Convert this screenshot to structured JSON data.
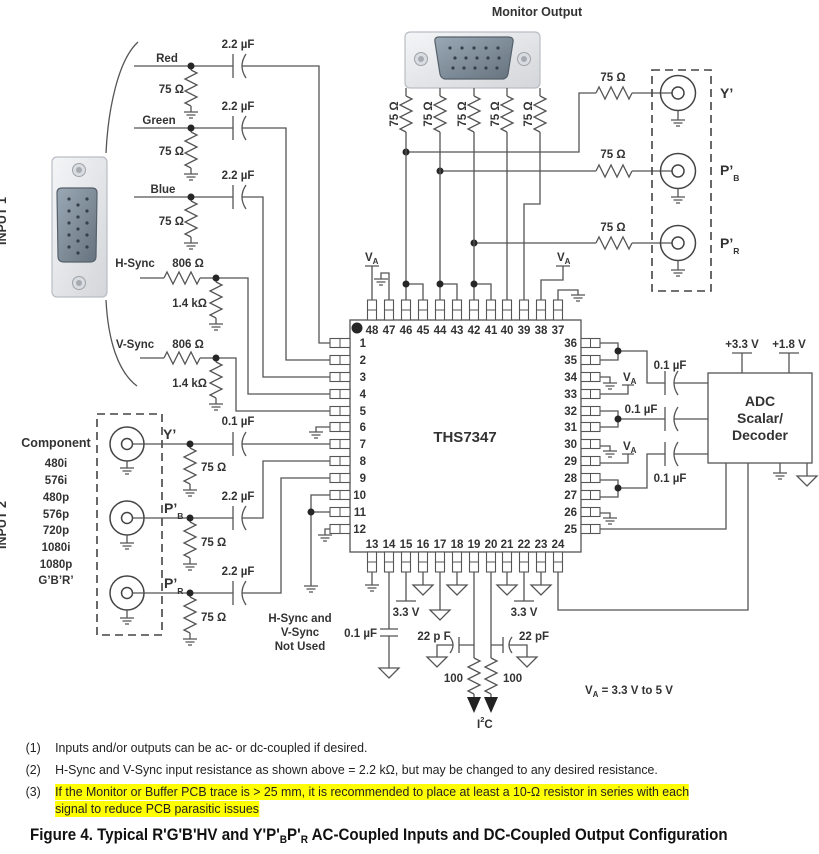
{
  "figure": {
    "monitor_output": {
      "title": "Monitor Output",
      "termination_resistors": [
        "75 Ω",
        "75 Ω",
        "75 Ω",
        "75 Ω",
        "75 Ω"
      ]
    },
    "buffer_output": {
      "series_resistors": [
        "75 Ω",
        "75 Ω",
        "75 Ω"
      ],
      "channels": [
        {
          "label": "Y’",
          "sub": ""
        },
        {
          "label": "P’",
          "sub": "B"
        },
        {
          "label": "P’",
          "sub": "R"
        }
      ]
    },
    "input_1": {
      "side_label": "INPUT 1",
      "rgb": [
        {
          "name": "Red",
          "coupling_cap": "2.2 µF",
          "termination": "75 Ω"
        },
        {
          "name": "Green",
          "coupling_cap": "2.2 µF",
          "termination": "75 Ω"
        },
        {
          "name": "Blue",
          "coupling_cap": "2.2 µF",
          "termination": "75 Ω"
        }
      ],
      "sync": [
        {
          "name": "H-Sync",
          "series": "806 Ω",
          "shunt": "1.4 kΩ"
        },
        {
          "name": "V-Sync",
          "series": "806 Ω",
          "shunt": "1.4 kΩ"
        }
      ]
    },
    "input_2": {
      "side_label": "INPUT 2",
      "title": "Component",
      "formats": [
        "480i",
        "576i",
        "480p",
        "576p",
        "720p",
        "1080i",
        "1080p",
        "G’B’R’"
      ],
      "channels": [
        {
          "label": "Y’",
          "sub": "",
          "coupling_cap": "0.1 µF",
          "termination": "75 Ω"
        },
        {
          "label": "P’",
          "sub": "B",
          "coupling_cap": "2.2 µF",
          "termination": "75 Ω"
        },
        {
          "label": "P’",
          "sub": "R",
          "coupling_cap": "2.2 µF",
          "termination": "75 Ω"
        }
      ],
      "sync_note": [
        "H-Sync and",
        "V-Sync",
        "Not Used"
      ]
    },
    "chip": {
      "part_number": "THS7347",
      "pins_top": [
        "48",
        "47",
        "46",
        "45",
        "44",
        "43",
        "42",
        "41",
        "40",
        "39",
        "38",
        "37"
      ],
      "pins_left": [
        "1",
        "2",
        "3",
        "4",
        "5",
        "6",
        "7",
        "8",
        "9",
        "10",
        "11",
        "12"
      ],
      "pins_right": [
        "36",
        "35",
        "34",
        "33",
        "32",
        "31",
        "30",
        "29",
        "28",
        "27",
        "26",
        "25"
      ],
      "pins_bottom": [
        "13",
        "14",
        "15",
        "16",
        "17",
        "18",
        "19",
        "20",
        "21",
        "22",
        "23",
        "24"
      ]
    },
    "supply": {
      "va": "V",
      "va_sub": "A",
      "bias": "3.3 V",
      "va_range": " = 3.3 V to 5 V"
    },
    "adc": {
      "lines": [
        "ADC",
        "Scalar/",
        "Decoder"
      ],
      "rails": [
        "+3.3 V",
        "+1.8 V"
      ],
      "coupling_caps": [
        "0.1 µF",
        "0.1 µF",
        "0.1 µF"
      ]
    },
    "i2c": {
      "decoupling_cap": "0.1 µF",
      "filter_caps": [
        "22 p F",
        "22 pF"
      ],
      "series_resistors": [
        "100",
        "100"
      ],
      "label": "I",
      "label_sup": "2",
      "label_end": "C"
    }
  },
  "notes": [
    {
      "num": "(1)",
      "lines": [
        "Inputs and/or outputs can be ac- or dc-coupled if desired."
      ],
      "highlighted": false
    },
    {
      "num": "(2)",
      "lines": [
        "H-Sync and V-Sync input resistance as shown above = 2.2 kΩ, but may be changed to any desired resistance."
      ],
      "highlighted": false
    },
    {
      "num": "(3)",
      "lines": [
        "If the Monitor or Buffer PCB trace is > 25 mm, it is recommended to place at least a 10-Ω resistor in series with each",
        "signal to reduce PCB parasitic issues"
      ],
      "highlighted": true
    }
  ],
  "caption": {
    "lead": "Figure 4.  Typical R'G'B'HV and Y'P'",
    "sub_b": "B",
    "mid": "P'",
    "sub_r": "R",
    "tail": " AC-Coupled Inputs and DC-Coupled Output Configuration"
  },
  "colors": {
    "highlight": "#ffff00",
    "wire": "#555555",
    "text": "#333333"
  }
}
